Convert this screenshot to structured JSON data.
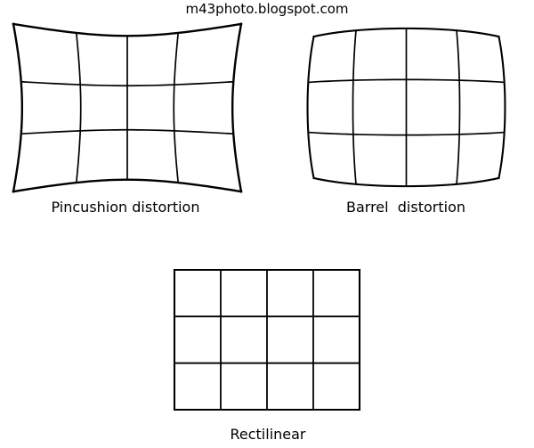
{
  "site": {
    "title": "m43photo.blogspot.com"
  },
  "diagram": {
    "description": "Lens distortion comparison diagram with three 4x3 grids",
    "line_color": "#000000",
    "background_color": "#ffffff",
    "panels": [
      {
        "id": "pincushion",
        "label": "Pincushion distortion",
        "distortion_type": "pincushion",
        "grid_columns": 4,
        "grid_rows": 3
      },
      {
        "id": "barrel",
        "label": "Barrel  distortion",
        "distortion_type": "barrel",
        "grid_columns": 4,
        "grid_rows": 3
      },
      {
        "id": "rectilinear",
        "label": "Rectilinear",
        "distortion_type": "rectilinear",
        "grid_columns": 4,
        "grid_rows": 3
      }
    ]
  }
}
